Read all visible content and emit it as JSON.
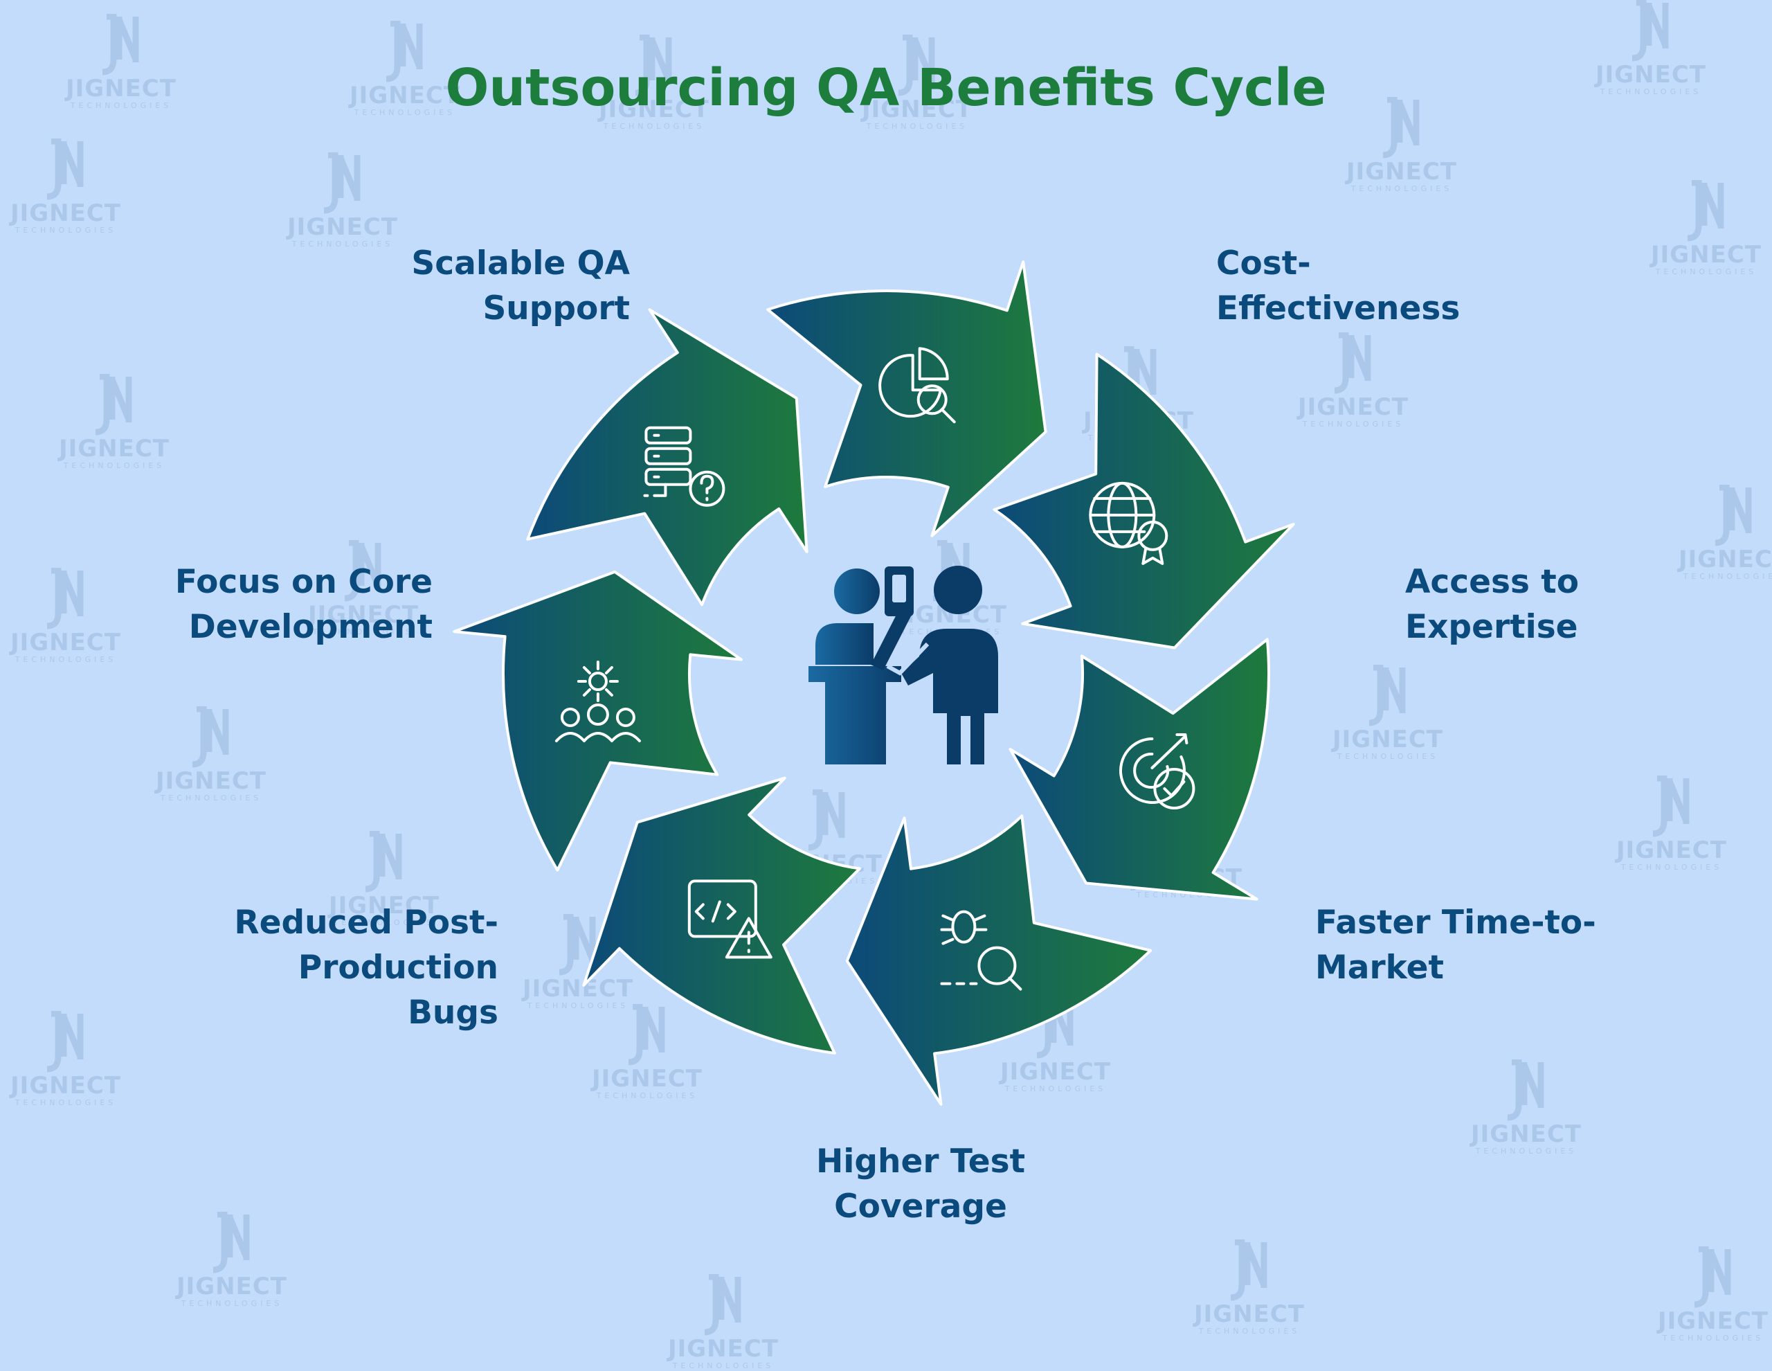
{
  "title": "Outsourcing QA Benefits Cycle",
  "watermark": {
    "mark": "JN",
    "name": "JIGNECT",
    "sub": "TECHNOLOGIES"
  },
  "colors": {
    "title": "#1c7d3c",
    "label": "#0b4a7c",
    "arrow_blue": "#0c4a79",
    "arrow_green": "#1e7a3c",
    "background": "#c3dcfb"
  },
  "center_icon": "two-people-qa-review-icon",
  "benefits": [
    {
      "label": "Cost-\nEffectiveness",
      "icon": "pie-chart-magnifier-icon"
    },
    {
      "label": "Access to\nExpertise",
      "icon": "globe-award-icon"
    },
    {
      "label": "Faster Time-to-\nMarket",
      "icon": "target-check-icon"
    },
    {
      "label": "Higher Test\nCoverage",
      "icon": "bug-search-icon"
    },
    {
      "label": "Reduced Post-\nProduction\nBugs",
      "icon": "code-warning-icon"
    },
    {
      "label": "Focus on Core\nDevelopment",
      "icon": "gear-team-icon"
    },
    {
      "label": "Scalable QA\nSupport",
      "icon": "server-question-icon"
    }
  ]
}
